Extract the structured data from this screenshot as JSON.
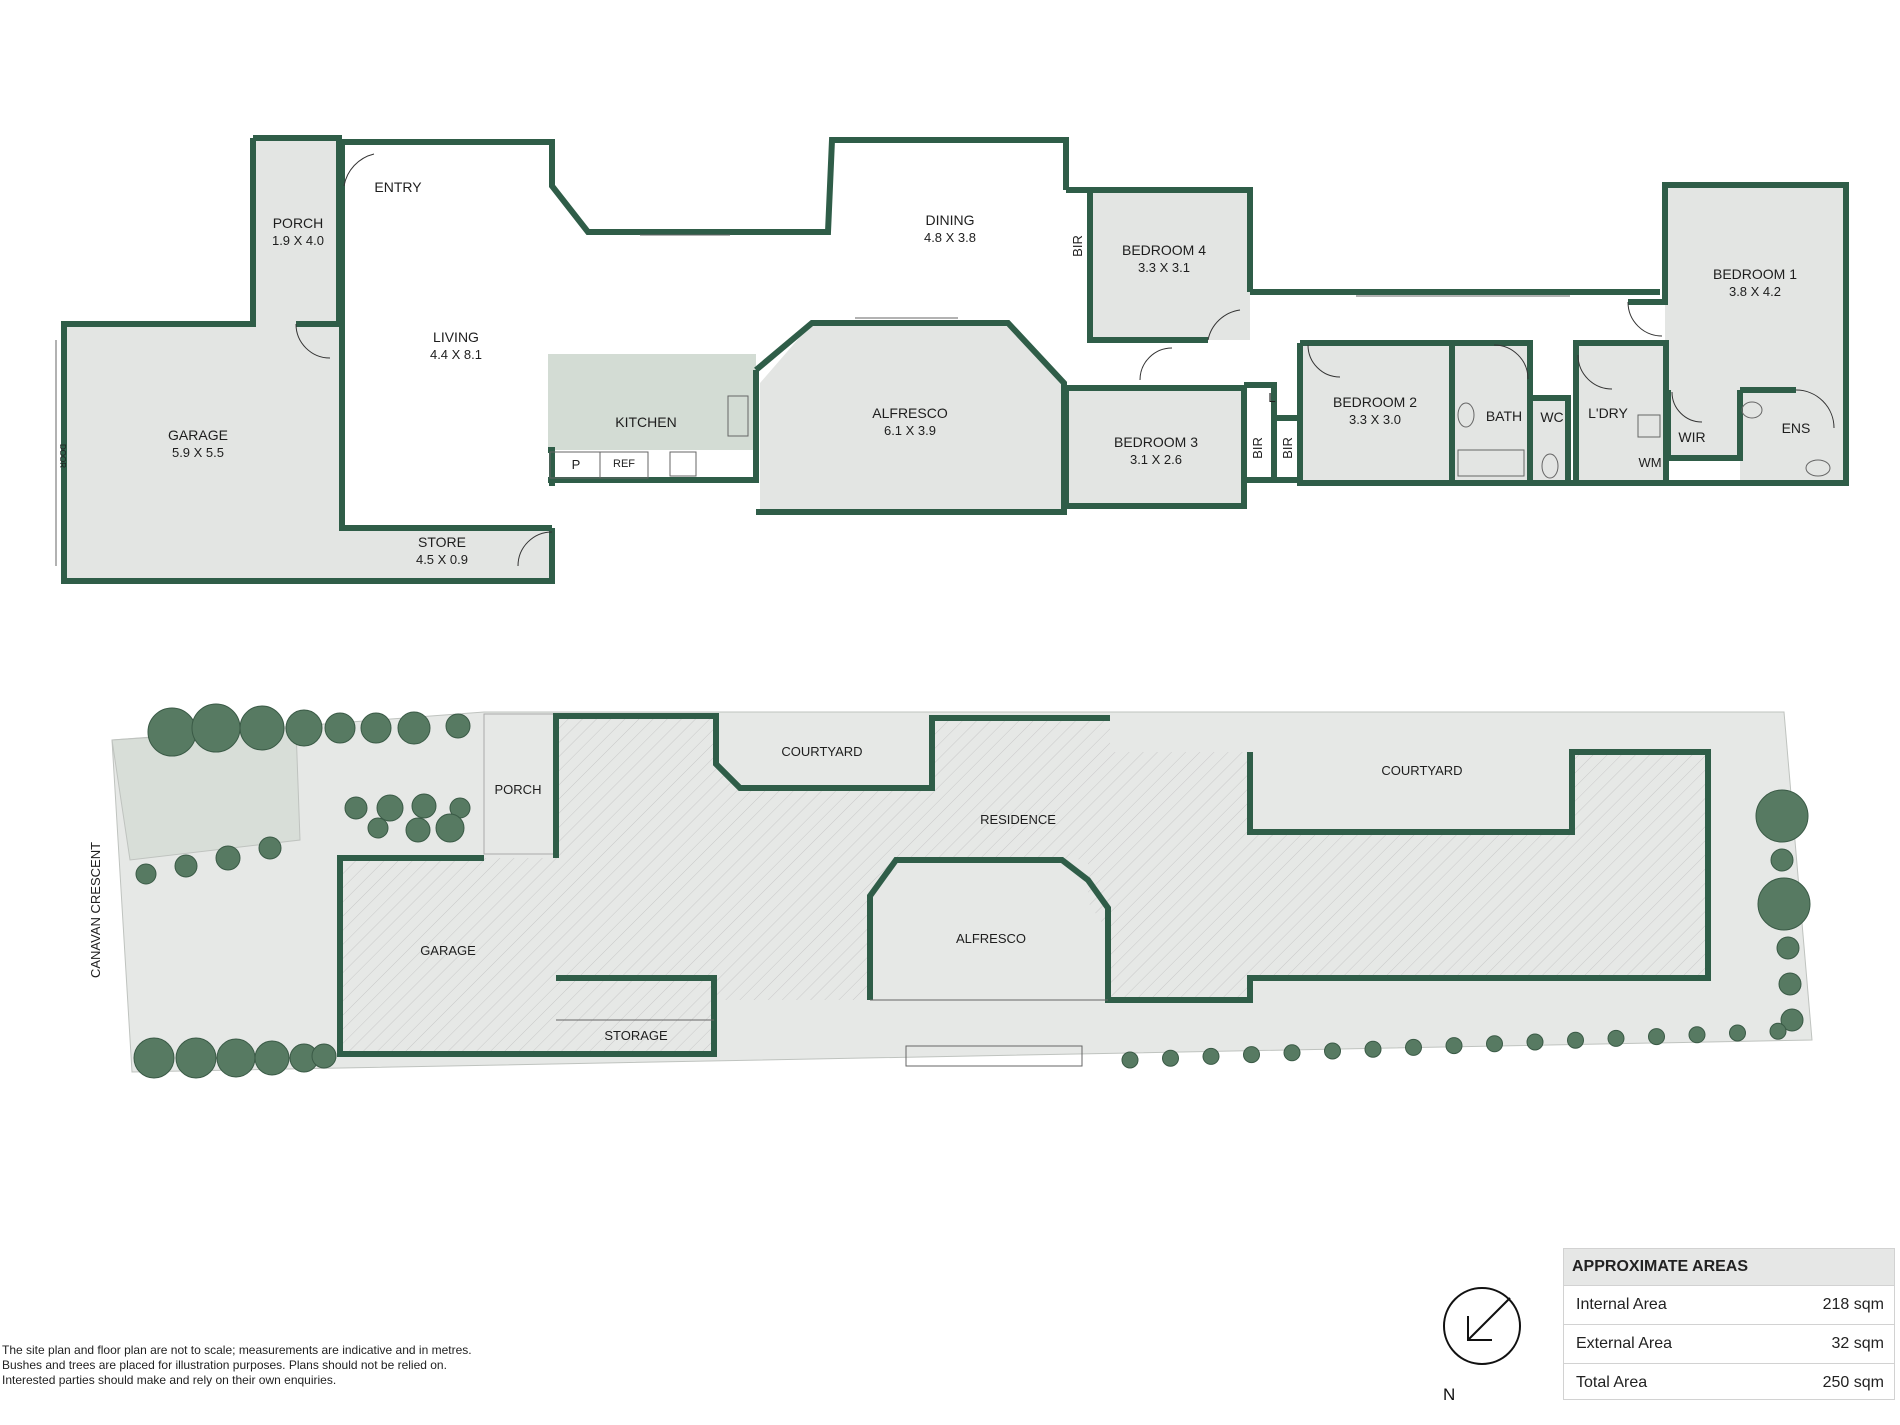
{
  "rooms": {
    "porch": {
      "name": "PORCH",
      "dims": "1.9 X 4.0"
    },
    "entry": {
      "name": "ENTRY"
    },
    "living": {
      "name": "LIVING",
      "dims": "4.4 X 8.1"
    },
    "garage": {
      "name": "GARAGE",
      "dims": "5.9 X 5.5",
      "door": "DOOR"
    },
    "store": {
      "name": "STORE",
      "dims": "4.5 X 0.9"
    },
    "dining": {
      "name": "DINING",
      "dims": "4.8 X 3.8"
    },
    "kitchen": {
      "name": "KITCHEN",
      "pantry": "P",
      "fridge": "REF"
    },
    "alfresco": {
      "name": "ALFRESCO",
      "dims": "6.1 X 3.9"
    },
    "bedroom4": {
      "name": "BEDROOM 4",
      "dims": "3.3 X 3.1",
      "robe": "BIR"
    },
    "bedroom3": {
      "name": "BEDROOM 3",
      "dims": "3.1 X 2.6",
      "robe": "BIR"
    },
    "bedroom2": {
      "name": "BEDROOM 2",
      "dims": "3.3 X 3.0",
      "robe": "BIR",
      "linen": "L"
    },
    "bedroom1": {
      "name": "BEDROOM 1",
      "dims": "3.8 X 4.2"
    },
    "bath": {
      "name": "BATH"
    },
    "wc": {
      "name": "WC"
    },
    "laundry": {
      "name": "L'DRY",
      "washer": "WM"
    },
    "wir": {
      "name": "WIR"
    },
    "ensuite": {
      "name": "ENS"
    }
  },
  "site": {
    "street": "CANAVAN CRESCENT",
    "porch": "PORCH",
    "garage": "GARAGE",
    "residence": "RESIDENCE",
    "courtyard_left": "COURTYARD",
    "courtyard_right": "COURTYARD",
    "alfresco": "ALFRESCO",
    "storage": "STORAGE"
  },
  "compass": {
    "label": "N"
  },
  "areas": {
    "title": "APPROXIMATE AREAS",
    "rows": [
      {
        "label": "Internal Area",
        "value": "218 sqm"
      },
      {
        "label": "External Area",
        "value": "32 sqm"
      },
      {
        "label": "Total Area",
        "value": "250 sqm"
      }
    ]
  },
  "disclaimer": [
    "The site plan and floor plan are not to scale; measurements are indicative and in metres.",
    "Bushes and trees are placed for illustration purposes. Plans should not be relied on.",
    "Interested parties should make and rely on their own enquiries."
  ],
  "colors": {
    "wall": "#2f5d48",
    "room_fill": "#e3e5e3",
    "tree": "#577a62",
    "kitchen": "#d3dcd4"
  }
}
